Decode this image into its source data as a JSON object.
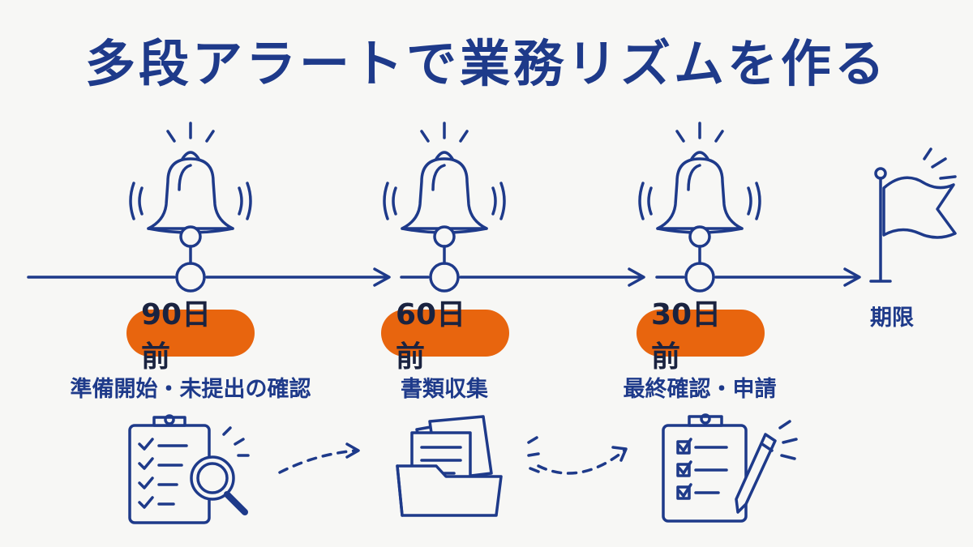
{
  "title": "多段アラートで業務リズムを作る",
  "steps": [
    {
      "timing": "90日前",
      "task": "準備開始・未提出の確認"
    },
    {
      "timing": "60日前",
      "task": "書類収集"
    },
    {
      "timing": "30日前",
      "task": "最終確認・申請"
    }
  ],
  "deadline": {
    "label": "期限"
  },
  "colors": {
    "ink": "#1e3a8a",
    "badge": "#e8650e",
    "background": "#f7f7f5"
  }
}
